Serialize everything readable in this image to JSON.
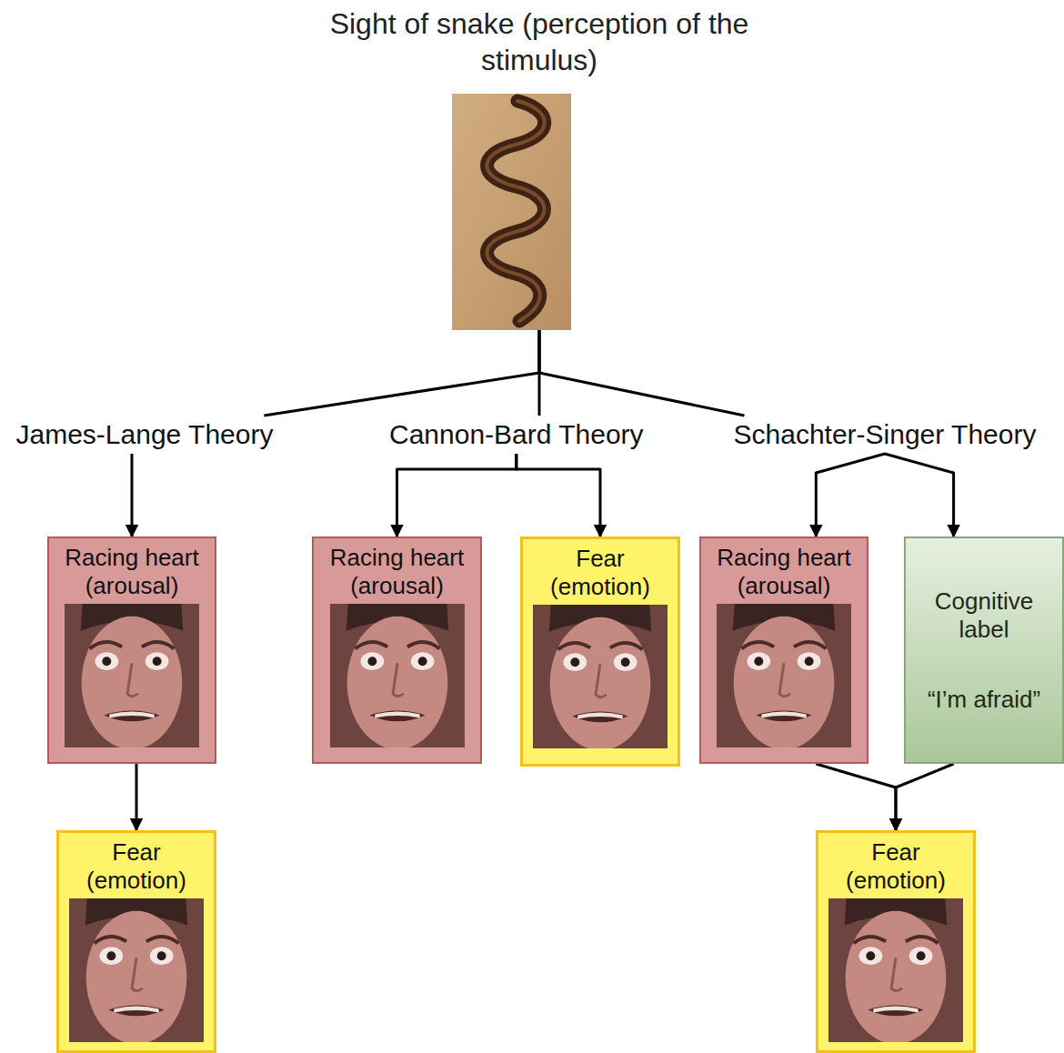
{
  "diagram": {
    "nodes": [
      {
        "text": [
          "Sight of snake (perception of the stimulus)"
        ]
      },
      {
        "text": [
          "James-Lange Theory"
        ]
      },
      {
        "text": [
          "Cannon-Bard Theory"
        ]
      },
      {
        "text": [
          "Schachter-Singer Theory"
        ]
      },
      {
        "text": [
          "Racing heart (arousal)"
        ]
      },
      {
        "text": [
          "Fear (emotion)"
        ]
      },
      {
        "text": [
          "Racing heart (arousal)"
        ]
      },
      {
        "text": [
          "Fear (emotion)"
        ]
      },
      {
        "text": [
          "Racing heart (arousal)"
        ]
      },
      {
        "text": [
          "Cognitive label",
          "“I’m afraid”"
        ]
      },
      {
        "text": [
          "Fear (emotion)"
        ]
      }
    ],
    "edges": [
      {
        "from": 0,
        "to": 1,
        "arrow": "none"
      },
      {
        "from": 0,
        "to": 2,
        "arrow": "none"
      },
      {
        "from": 0,
        "to": 3,
        "arrow": "none"
      },
      {
        "from": 1,
        "to": 4,
        "arrow": "to"
      },
      {
        "from": 4,
        "to": 5,
        "arrow": "to"
      },
      {
        "from": 2,
        "to": 6,
        "arrow": "to"
      },
      {
        "from": 2,
        "to": 7,
        "arrow": "to"
      },
      {
        "from": 3,
        "to": 8,
        "arrow": "to"
      },
      {
        "from": 3,
        "to": 9,
        "arrow": "to"
      },
      {
        "from": 8,
        "to": 10,
        "arrow": "to"
      },
      {
        "from": 9,
        "to": 10,
        "arrow": "to"
      }
    ]
  }
}
